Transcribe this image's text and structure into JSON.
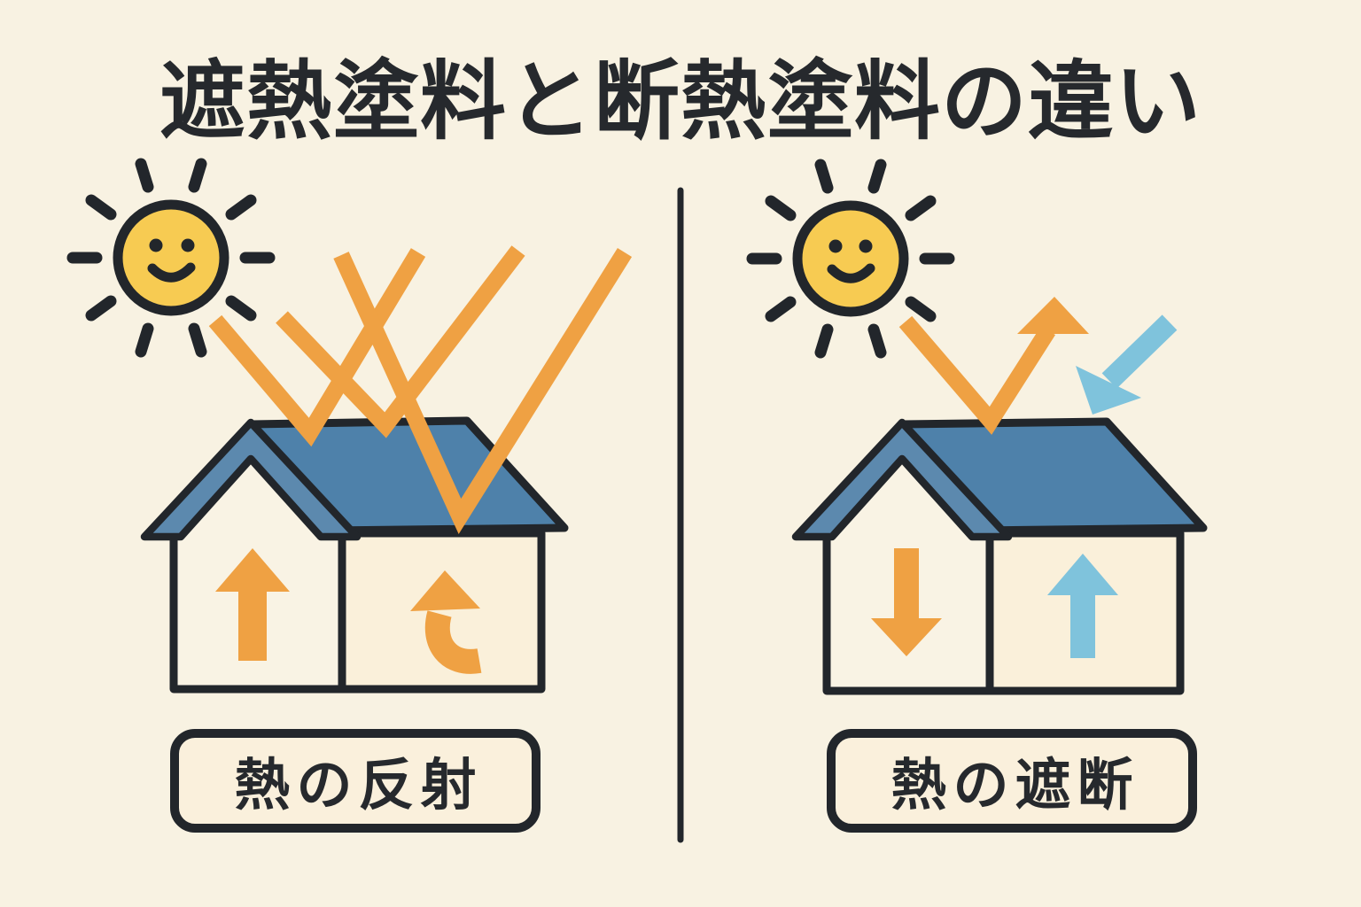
{
  "title": "遮熱塗料と断熱塗料の違い",
  "panels": {
    "left": {
      "caption": "熱の反射",
      "meaning": "heat-reflection"
    },
    "right": {
      "caption": "熱の遮断",
      "meaning": "heat-blocking"
    }
  },
  "icons": {
    "left_sun": "smiling-sun-icon",
    "right_sun": "smiling-sun-icon",
    "left_rays": "reflected-sunray-lines",
    "right_orange_arrow": "bouncing-heat-arrow",
    "right_blue_arrow": "incoming-cool-arrow",
    "left_house_arrows": [
      "straight-up-heat-arrow",
      "curved-up-heat-arrow"
    ],
    "right_house_arrows": [
      "down-heat-arrow",
      "up-cool-arrow"
    ]
  },
  "colors": {
    "background": "#F8F2E2",
    "ink": "#22262B",
    "orange": "#EFA143",
    "roof-blue": "#4E81AA",
    "gable-blue": "#5C89AE",
    "sky-blue": "#7FC3DC",
    "sun-yellow": "#F7CB52",
    "cream": "#FAF0DA",
    "panel-white": "#F9F3E4",
    "caption-fill": "#FAF0DC",
    "text": "#26292D"
  }
}
